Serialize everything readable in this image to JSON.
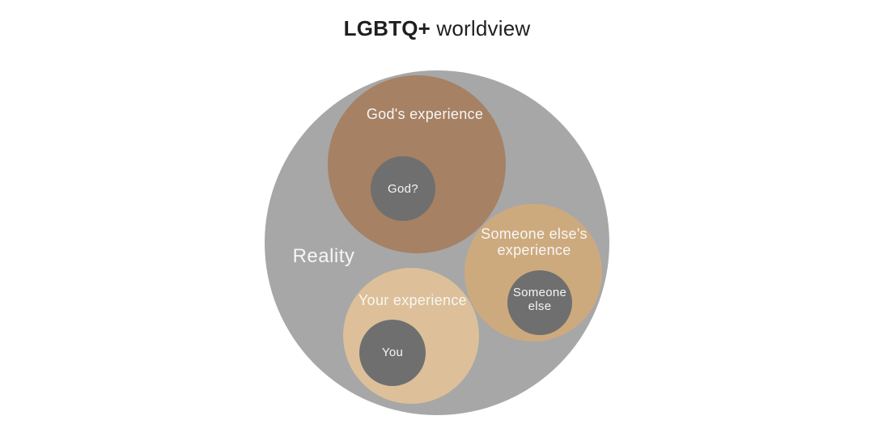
{
  "title": {
    "bold": "LGBTQ+",
    "regular": " worldview"
  },
  "colors": {
    "background": "#ffffff",
    "reality": "#a7a7a7",
    "gods_experience": "#a68164",
    "someone_elses_experience": "#cdaa7e",
    "your_experience": "#ddc099",
    "inner_circle": "#6f6f6f",
    "label_text": "#f7f6f4",
    "title_text": "#1f1f1f"
  },
  "labels": {
    "reality": "Reality",
    "gods_experience": "God's experience",
    "god": "God?",
    "someone_elses_line1": "Someone else's",
    "someone_elses_line2": "experience",
    "someone_line1": "Someone",
    "someone_line2": "else",
    "your_experience": "Your experience",
    "you": "You"
  }
}
